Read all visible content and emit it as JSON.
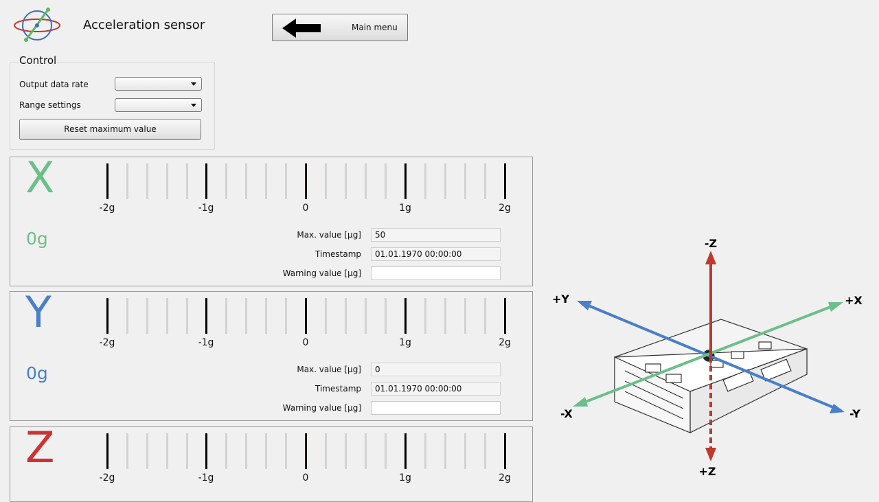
{
  "header": {
    "title": "Acceleration sensor",
    "main_menu_label": "Main menu"
  },
  "control": {
    "title": "Control",
    "output_data_rate_label": "Output data rate",
    "output_data_rate_value": "",
    "range_settings_label": "Range settings",
    "range_settings_value": "",
    "reset_label": "Reset maximum value"
  },
  "scale": {
    "labels": [
      "-2g",
      "-1g",
      "0",
      "1g",
      "2g"
    ]
  },
  "fields": {
    "max_label": "Max. value [µg]",
    "timestamp_label": "Timestamp",
    "warning_label": "Warning value [µg]"
  },
  "axes": {
    "x": {
      "letter": "X",
      "color": "#6cbf8a",
      "value": "0g",
      "max_value": "50",
      "timestamp": "01.01.1970 00:00:00",
      "warning_value": "",
      "indicator_color": "#b22222"
    },
    "y": {
      "letter": "Y",
      "color": "#4a7fc9",
      "value": "0g",
      "max_value": "0",
      "timestamp": "01.01.1970 00:00:00",
      "warning_value": "",
      "indicator_color": "#000000"
    },
    "z": {
      "letter": "Z",
      "color": "#cc3333",
      "value": "",
      "indicator_color": "#b22222"
    }
  },
  "diagram": {
    "minus_z": "-Z",
    "plus_z": "+Z",
    "plus_y": "+Y",
    "minus_y": "-Y",
    "plus_x": "+X",
    "minus_x": "-X"
  }
}
